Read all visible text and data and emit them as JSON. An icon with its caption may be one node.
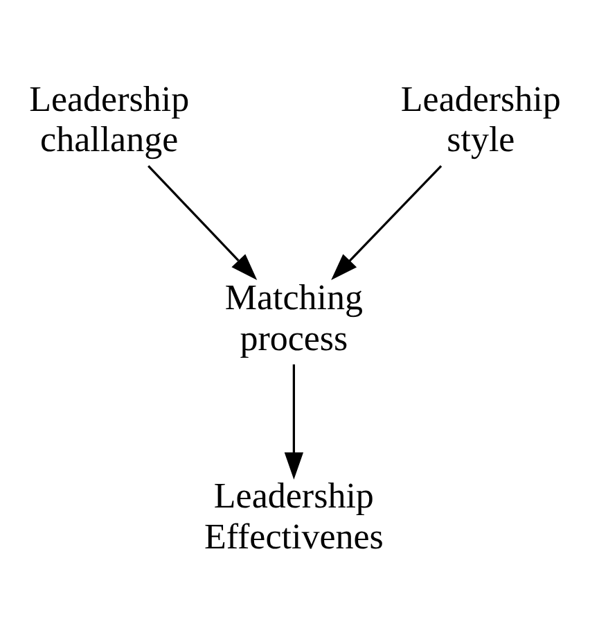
{
  "diagram": {
    "nodes": [
      {
        "text": [
          "Leadership challange"
        ]
      },
      {
        "text": [
          "Leadership style"
        ]
      },
      {
        "text": [
          "Matching process"
        ]
      },
      {
        "text": [
          "Leadership Effectivenes"
        ]
      }
    ],
    "edges": [
      {
        "from": 0,
        "to": 2,
        "arrow": "to"
      },
      {
        "from": 1,
        "to": 2,
        "arrow": "to"
      },
      {
        "from": 2,
        "to": 3,
        "arrow": "to"
      }
    ]
  }
}
